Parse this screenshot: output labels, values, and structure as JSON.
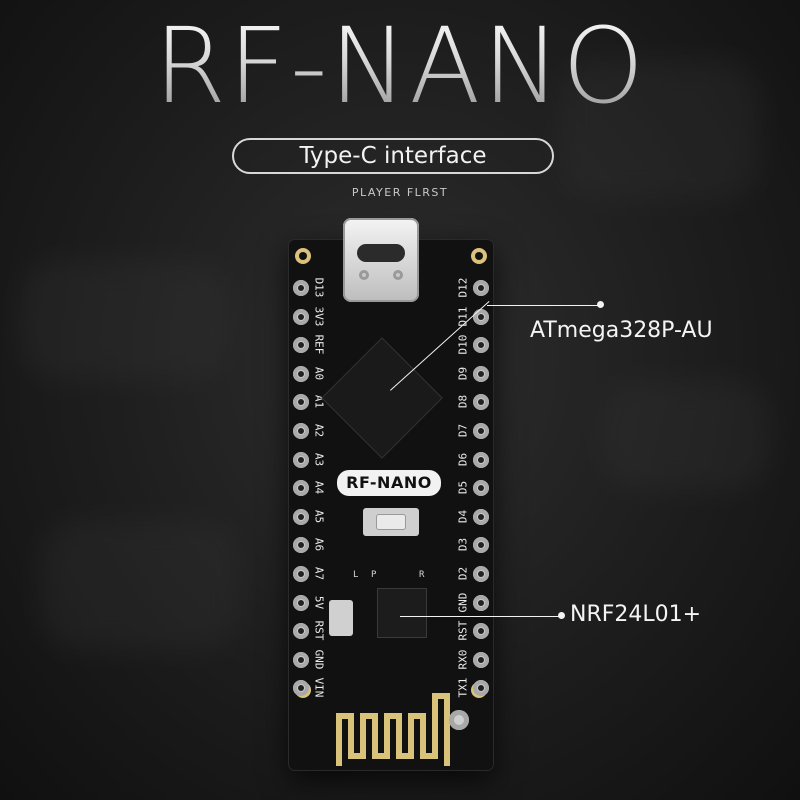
{
  "header": {
    "title": "RF-NANO",
    "interface_label": "Type-C interface",
    "subtitle": "PLAYER FLRST"
  },
  "board": {
    "logo_text": "RF-NANO",
    "left_pins": [
      "D13",
      "3V3",
      "REF",
      "A0",
      "A1",
      "A2",
      "A3",
      "A4",
      "A5",
      "A6",
      "A7",
      "5V",
      "RST",
      "GND",
      "VIN"
    ],
    "right_pins": [
      "D12",
      "D11",
      "D10",
      "D9",
      "D8",
      "D7",
      "D6",
      "D5",
      "D4",
      "D3",
      "D2",
      "GND",
      "RST",
      "RX0",
      "TX1"
    ],
    "silk_l": "L",
    "silk_p": "P",
    "silk_r": "R"
  },
  "callouts": {
    "mcu": "ATmega328P-AU",
    "radio": "NRF24L01+"
  },
  "colors": {
    "background": "#1b1b1b",
    "board": "#111111",
    "text": "#f2f2f2",
    "gold": "#d9c27a"
  }
}
